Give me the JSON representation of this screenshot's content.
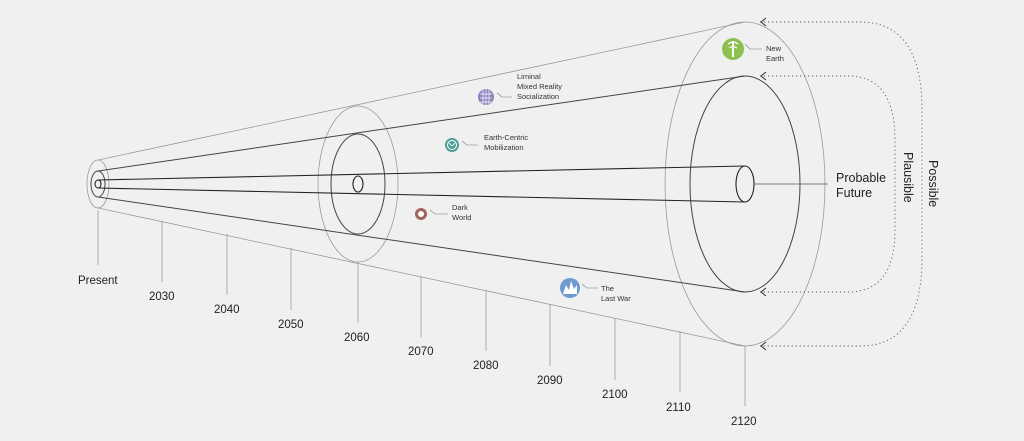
{
  "timeline": {
    "present_label": "Present",
    "years": [
      "2030",
      "2040",
      "2050",
      "2060",
      "2070",
      "2080",
      "2090",
      "2100",
      "2110",
      "2120"
    ]
  },
  "cones": {
    "probable": [
      "Probable",
      "Future"
    ],
    "plausible": "Plausible",
    "possible": "Possible"
  },
  "scenarios": [
    {
      "name": "new-earth",
      "lines": [
        "New",
        "Earth"
      ],
      "color": "#8dc14f",
      "icon": "tree-icon"
    },
    {
      "name": "liminal",
      "lines": [
        "Liminal",
        "Mixed Reality",
        "Socialization"
      ],
      "color": "#8a80bd",
      "icon": "grid-globe-icon"
    },
    {
      "name": "earth-centric",
      "lines": [
        "Earth-Centric",
        "Mobilization"
      ],
      "color": "#4e9e9a",
      "icon": "globe-icon"
    },
    {
      "name": "dark-world",
      "lines": [
        "Dark",
        "World"
      ],
      "color": "#a0655c",
      "icon": "burst-icon"
    },
    {
      "name": "last-war",
      "lines": [
        "The",
        "Last War"
      ],
      "color": "#6f9bd1",
      "icon": "explosion-icon"
    }
  ]
}
